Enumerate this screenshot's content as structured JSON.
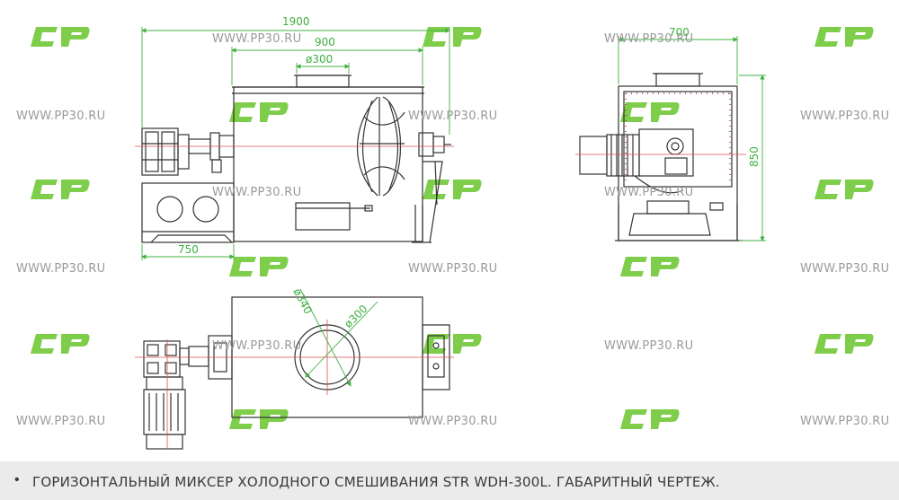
{
  "watermark": {
    "text": "WWW.PP30.RU",
    "logo_name": "pp-logo-icon",
    "logo_color": "#7fce4b"
  },
  "dimensions": {
    "front_overall_length": "1900",
    "front_body_length": "900",
    "front_inlet_diameter": "ø300",
    "front_frame_length": "750",
    "side_width": "700",
    "side_height": "850",
    "top_outer_diameter": "ø340",
    "top_inlet_diameter": "ø300"
  },
  "colors": {
    "line": "#333333",
    "dimension": "#40b040",
    "centerline": "#e05050"
  },
  "caption": {
    "bullet": "•",
    "text": "ГОРИЗОНТАЛЬНЫЙ МИКСЕР ХОЛОДНОГО СМЕШИВАНИЯ STR WDH-300L. ГАБАРИТНЫЙ ЧЕРТЕЖ."
  }
}
